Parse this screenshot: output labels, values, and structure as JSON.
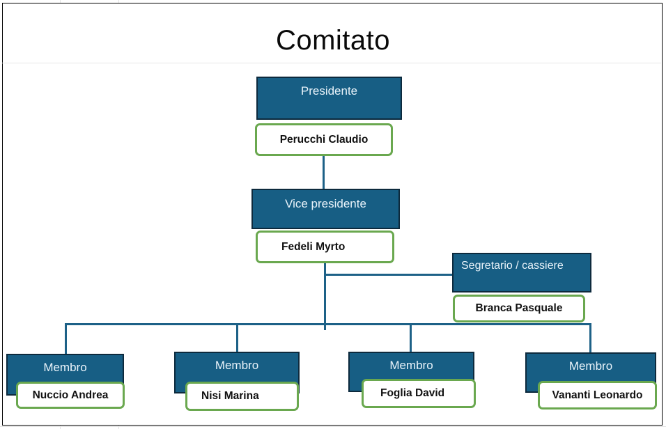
{
  "title": "Comitato",
  "colors": {
    "role_fill": "#175e84",
    "role_border": "#0d2a3d",
    "name_border": "#6aa84f",
    "connector": "#1d6187"
  },
  "president": {
    "role": "Presidente",
    "name": "Perucchi Claudio"
  },
  "vice_president": {
    "role": "Vice presidente",
    "name": "Fedeli Myrto"
  },
  "secretary": {
    "role": "Segretario / cassiere",
    "name": "Branca Pasquale"
  },
  "members": [
    {
      "role": "Membro",
      "name": "Nuccio Andrea"
    },
    {
      "role": "Membro",
      "name": "Nisi Marina"
    },
    {
      "role": "Membro",
      "name": "Foglia David"
    },
    {
      "role": "Membro",
      "name": "Vananti Leonardo"
    }
  ]
}
